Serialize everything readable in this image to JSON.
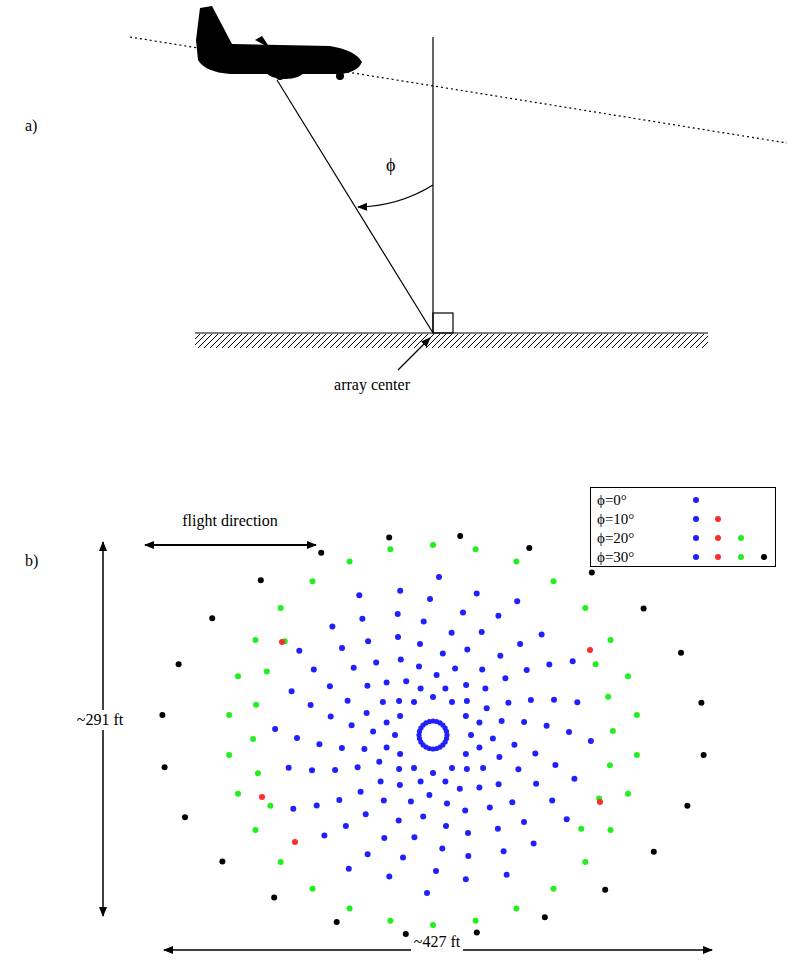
{
  "diagram": {
    "labels": [
      "a)",
      "ϕ",
      "array center",
      "b)",
      "flight direction",
      "~291 ft",
      "~427 ft"
    ],
    "legend": [
      {
        "text": "ϕ=0°",
        "color": "#1f1fff"
      },
      {
        "text": "ϕ=10°",
        "color": "#ff2a2a"
      },
      {
        "text": "ϕ=20°",
        "color": "#22ee22"
      },
      {
        "text": "ϕ=30°",
        "color": "#000000"
      }
    ]
  }
}
